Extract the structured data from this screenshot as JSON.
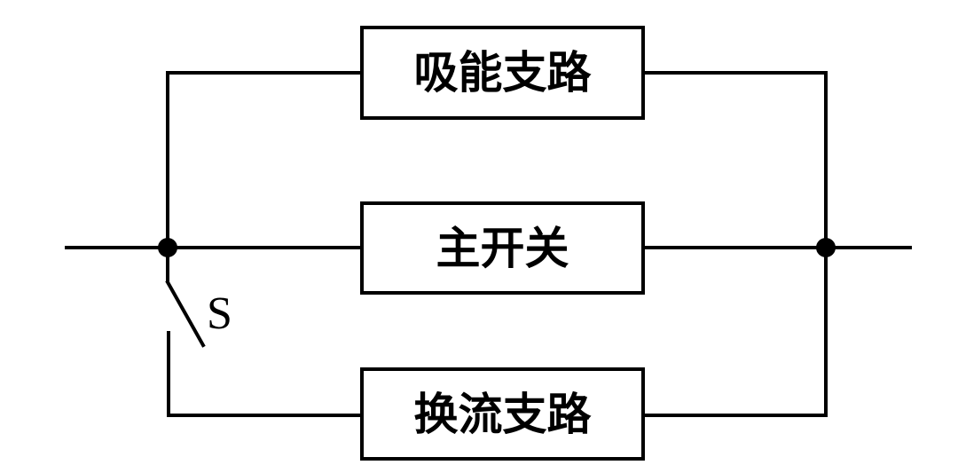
{
  "diagram": {
    "type": "circuit-block-diagram",
    "description": "Three parallel branches between two bus nodes with a mechanical switch S in series with the bottom branch",
    "background_color": "#ffffff",
    "line_color": "#000000",
    "branches": [
      {
        "id": "energy-absorption-branch",
        "label": "吸能支路"
      },
      {
        "id": "main-switch",
        "label": "主开关"
      },
      {
        "id": "commutation-branch",
        "label": "换流支路"
      }
    ],
    "switch": {
      "label": "S",
      "state": "open"
    },
    "nodes": {
      "left_junction": "dot",
      "right_junction": "dot"
    }
  }
}
